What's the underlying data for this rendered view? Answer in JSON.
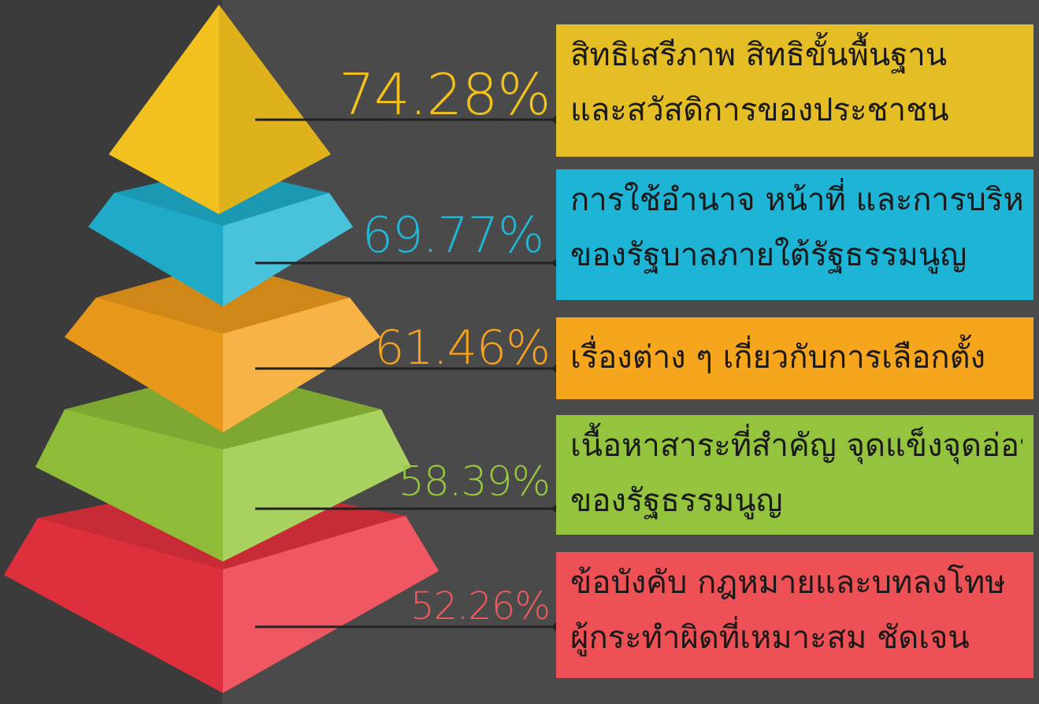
{
  "colors": {
    "background": "#4a4a4a",
    "background_left": "#3b3b3b",
    "connector": "#222222",
    "levels": [
      "#f2c11e",
      "#21b6d4",
      "#f6a21d",
      "#97c83d",
      "#ec3340"
    ]
  },
  "chart_data": {
    "type": "pyramid",
    "levels": [
      {
        "value": 74.28,
        "label": "74.28%",
        "lines": [
          "สิทธิเสรีภาพ สิทธิขั้นพื้นฐาน",
          "และสวัสดิการของประชาชน"
        ],
        "color": "#f2c11e",
        "box_color": "#e5bd24"
      },
      {
        "value": 69.77,
        "label": "69.77%",
        "lines": [
          "การใช้อำนาจ หน้าที่ และการบริหารงาน",
          "ของรัฐบาลภายใต้รัฐธรรมนูญ"
        ],
        "color": "#21b6d4",
        "box_color": "#1db4d6"
      },
      {
        "value": 61.46,
        "label": "61.46%",
        "lines": [
          "เรื่องต่าง ๆ เกี่ยวกับการเลือกตั้ง"
        ],
        "color": "#f6a21d",
        "box_color": "#f6a61c"
      },
      {
        "value": 58.39,
        "label": "58.39%",
        "lines": [
          "เนื้อหาสาระที่สำคัญ จุดแข็งจุดอ่อน",
          "ของรัฐธรรมนูญ"
        ],
        "color": "#97c83d",
        "box_color": "#94c43e"
      },
      {
        "value": 52.26,
        "label": "52.26%",
        "lines": [
          "ข้อบังคับ กฎหมายและบทลงโทษ",
          "ผู้กระทำผิดที่เหมาะสม ชัดเจน"
        ],
        "color": "#ec3340",
        "box_color": "#ee5155"
      }
    ]
  }
}
